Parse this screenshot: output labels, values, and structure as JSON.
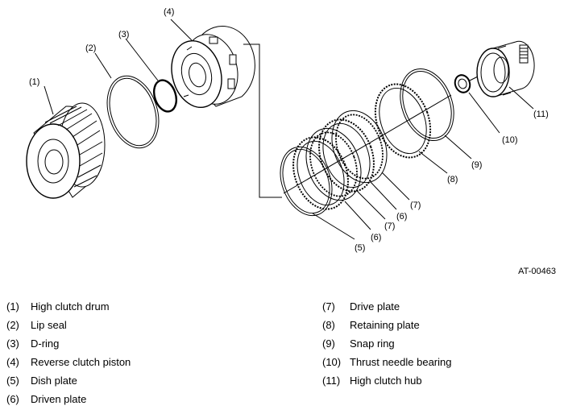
{
  "figure_code": "AT-00463",
  "callouts": {
    "c1": "(1)",
    "c2": "(2)",
    "c3": "(3)",
    "c4": "(4)",
    "c5": "(5)",
    "c6a": "(6)",
    "c6b": "(6)",
    "c7a": "(7)",
    "c7b": "(7)",
    "c8": "(8)",
    "c9": "(9)",
    "c10": "(10)",
    "c11": "(11)"
  },
  "legend_left": [
    {
      "num": "(1)",
      "label": "High clutch drum"
    },
    {
      "num": "(2)",
      "label": "Lip seal"
    },
    {
      "num": "(3)",
      "label": "D-ring"
    },
    {
      "num": "(4)",
      "label": "Reverse clutch piston"
    },
    {
      "num": "(5)",
      "label": "Dish plate"
    },
    {
      "num": "(6)",
      "label": "Driven plate"
    }
  ],
  "legend_right": [
    {
      "num": "(7)",
      "label": "Drive plate"
    },
    {
      "num": "(8)",
      "label": "Retaining plate"
    },
    {
      "num": "(9)",
      "label": "Snap ring"
    },
    {
      "num": "(10)",
      "label": "Thrust needle bearing"
    },
    {
      "num": "(11)",
      "label": "High clutch hub"
    }
  ]
}
